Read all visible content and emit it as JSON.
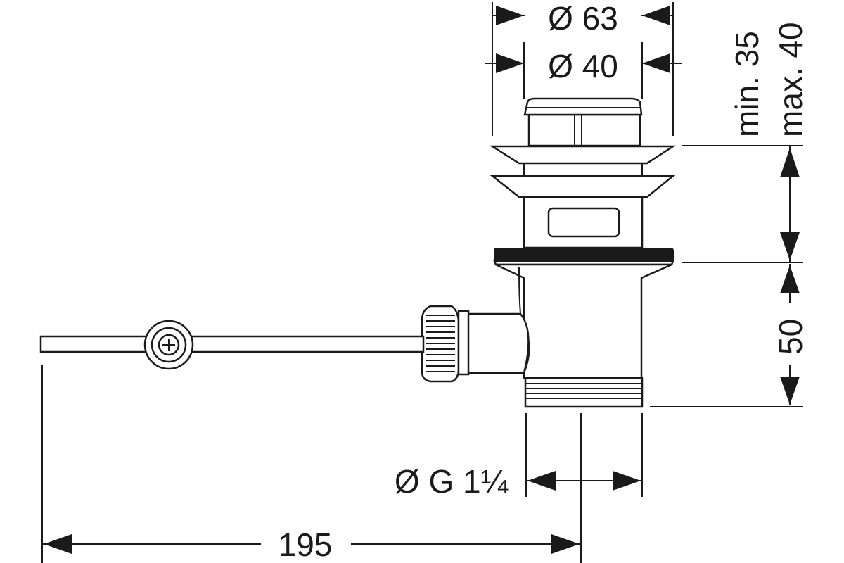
{
  "dimensions": {
    "outer_diameter": "Ø 63",
    "inner_diameter": "Ø 40",
    "min_thickness": "min. 35",
    "max_thickness": "max. 40",
    "body_height": "50",
    "thread": "Ø G 1¼",
    "rod_length": "195"
  },
  "colors": {
    "line": "#1a1a1a",
    "background": "#ffffff"
  }
}
